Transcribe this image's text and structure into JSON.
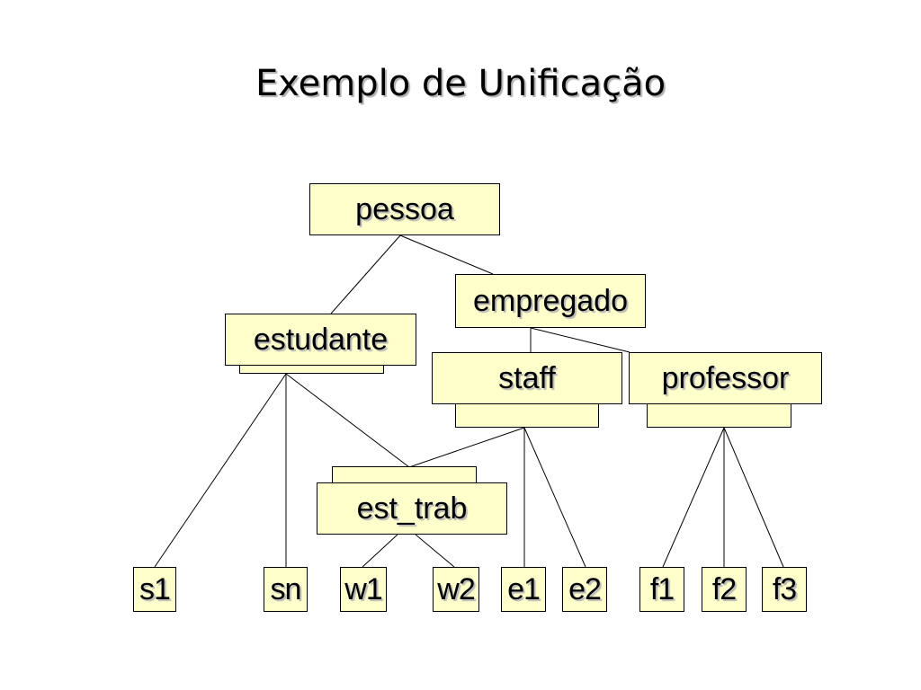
{
  "title": "Exemplo de Unificação",
  "nodes": {
    "pessoa": "pessoa",
    "empregado": "empregado",
    "estudante": "estudante",
    "staff": "staff",
    "professor": "professor",
    "est_trab": "est_trab"
  },
  "leaves": {
    "s1": "s1",
    "sn": "sn",
    "w1": "w1",
    "w2": "w2",
    "e1": "e1",
    "e2": "e2",
    "f1": "f1",
    "f2": "f2",
    "f3": "f3"
  },
  "edges": [
    [
      "pessoa",
      "estudante"
    ],
    [
      "pessoa",
      "empregado"
    ],
    [
      "empregado",
      "staff"
    ],
    [
      "empregado",
      "professor"
    ],
    [
      "estudante",
      "s1"
    ],
    [
      "estudante",
      "sn"
    ],
    [
      "estudante",
      "est_trab"
    ],
    [
      "staff",
      "est_trab"
    ],
    [
      "staff",
      "e1"
    ],
    [
      "staff",
      "e2"
    ],
    [
      "est_trab",
      "w1"
    ],
    [
      "est_trab",
      "w2"
    ],
    [
      "professor",
      "f1"
    ],
    [
      "professor",
      "f2"
    ],
    [
      "professor",
      "f3"
    ]
  ]
}
